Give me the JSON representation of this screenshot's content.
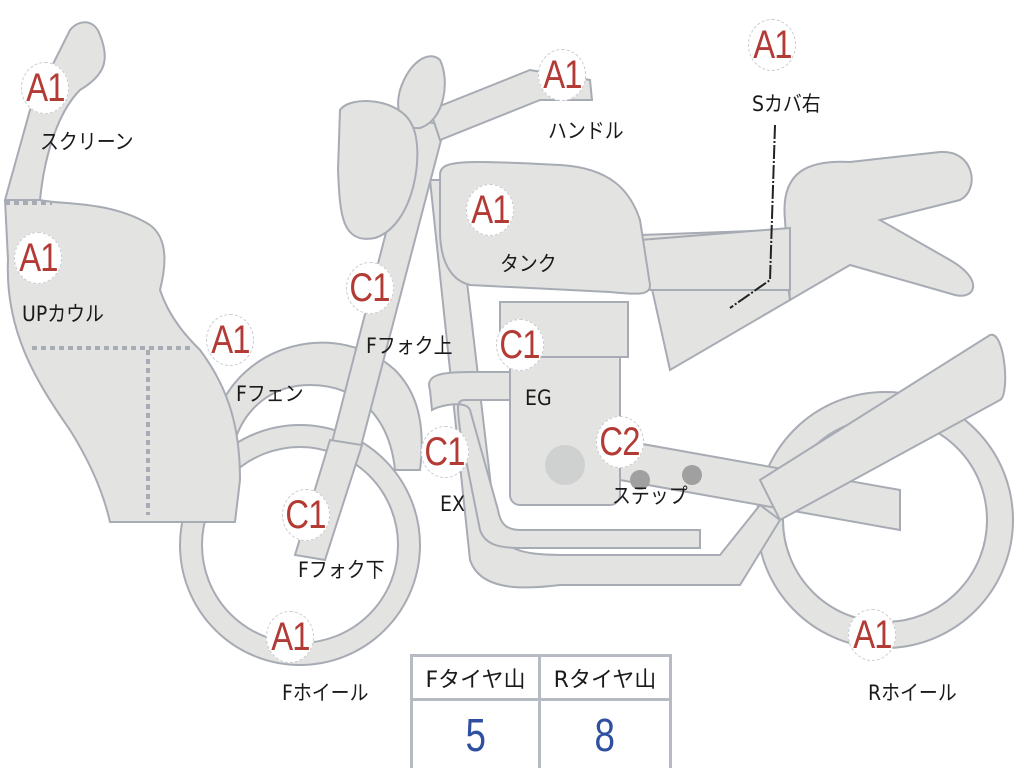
{
  "colors": {
    "grade": "#b33b36",
    "value": "#2f4fa0",
    "part_fill": "#e3e3e1",
    "part_stroke": "#a7abb3"
  },
  "parts": [
    {
      "grade": "A1",
      "label": "スクリーン"
    },
    {
      "grade": "A1",
      "label": "UPカウル"
    },
    {
      "grade": "A1",
      "label": "Fフェン"
    },
    {
      "grade": "C1",
      "label": "Fフォク上"
    },
    {
      "grade": "A1",
      "label": "ハンドル"
    },
    {
      "grade": "A1",
      "label": "Sカバ右"
    },
    {
      "grade": "A1",
      "label": "タンク"
    },
    {
      "grade": "C1",
      "label": "EG"
    },
    {
      "grade": "C1",
      "label": "EX"
    },
    {
      "grade": "C2",
      "label": "ステップ"
    },
    {
      "grade": "C1",
      "label": "Fフォク下"
    },
    {
      "grade": "A1",
      "label": "Fホイール"
    },
    {
      "grade": "A1",
      "label": "Rホイール"
    }
  ],
  "tread": {
    "front_label": "Fタイヤ山",
    "rear_label": "Rタイヤ山",
    "front_value": "5",
    "rear_value": "8"
  }
}
